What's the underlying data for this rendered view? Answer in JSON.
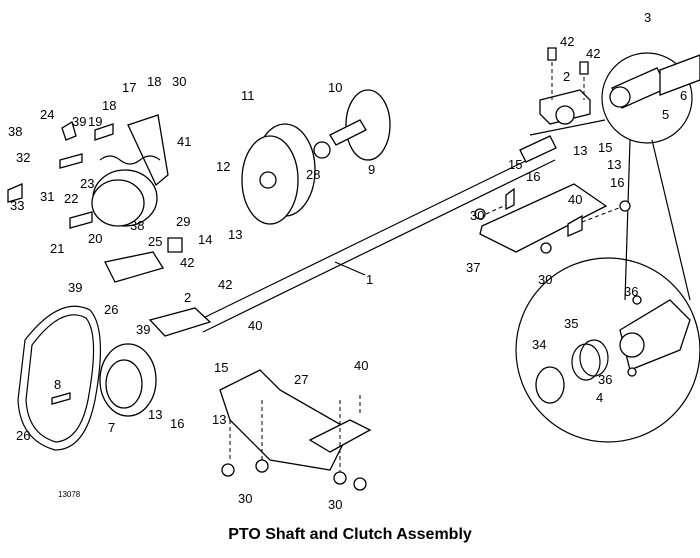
{
  "title": "PTO Shaft and Clutch Assembly",
  "figure_number": "13078",
  "callouts": [
    "3",
    "42",
    "42",
    "2",
    "6",
    "5",
    "15",
    "13",
    "15",
    "16",
    "13",
    "16",
    "40",
    "30",
    "37",
    "30",
    "36",
    "35",
    "34",
    "36",
    "4",
    "1",
    "10",
    "9",
    "11",
    "28",
    "12",
    "13",
    "14",
    "29",
    "17",
    "18",
    "30",
    "18",
    "19",
    "24",
    "39",
    "38",
    "32",
    "31",
    "22",
    "23",
    "41",
    "33",
    "21",
    "20",
    "38",
    "25",
    "42",
    "39",
    "26",
    "39",
    "2",
    "42",
    "40",
    "15",
    "27",
    "40",
    "8",
    "7",
    "26",
    "13",
    "16",
    "13",
    "30",
    "30"
  ]
}
